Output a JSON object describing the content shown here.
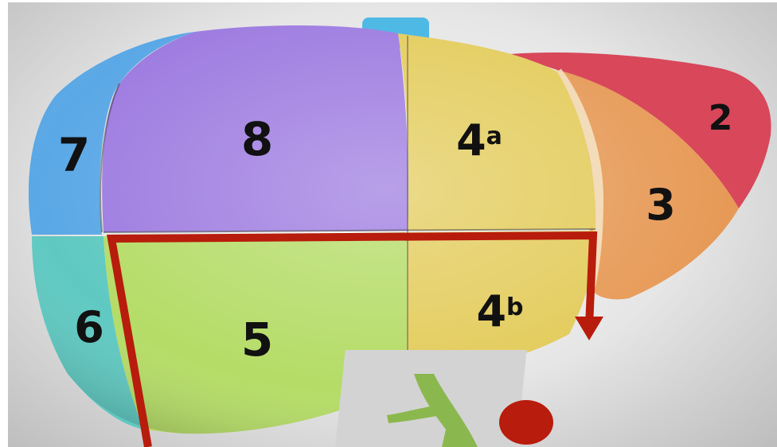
{
  "segments": {
    "seg_2": {
      "label": "2",
      "color": "#d8475a"
    },
    "seg_3": {
      "label": "3",
      "color": "#e79a57"
    },
    "seg_4a": {
      "label": "4",
      "sup": "a",
      "color": "#e3cc5c"
    },
    "seg_4b": {
      "label": "4",
      "sup": "b",
      "color": "#e3cc5c"
    },
    "seg_5": {
      "label": "5",
      "color": "#b5dc67"
    },
    "seg_6": {
      "label": "6",
      "color": "#5fc9c1"
    },
    "seg_7": {
      "label": "7",
      "color": "#5aa8e6"
    },
    "seg_8": {
      "label": "8",
      "color": "#9d7be0"
    }
  },
  "overlay": {
    "line_color": "#b81c0c",
    "marker": "red-dot"
  },
  "vessels": {
    "vein_color": "#4fb9e6",
    "portal_color": "#8bb84e"
  }
}
